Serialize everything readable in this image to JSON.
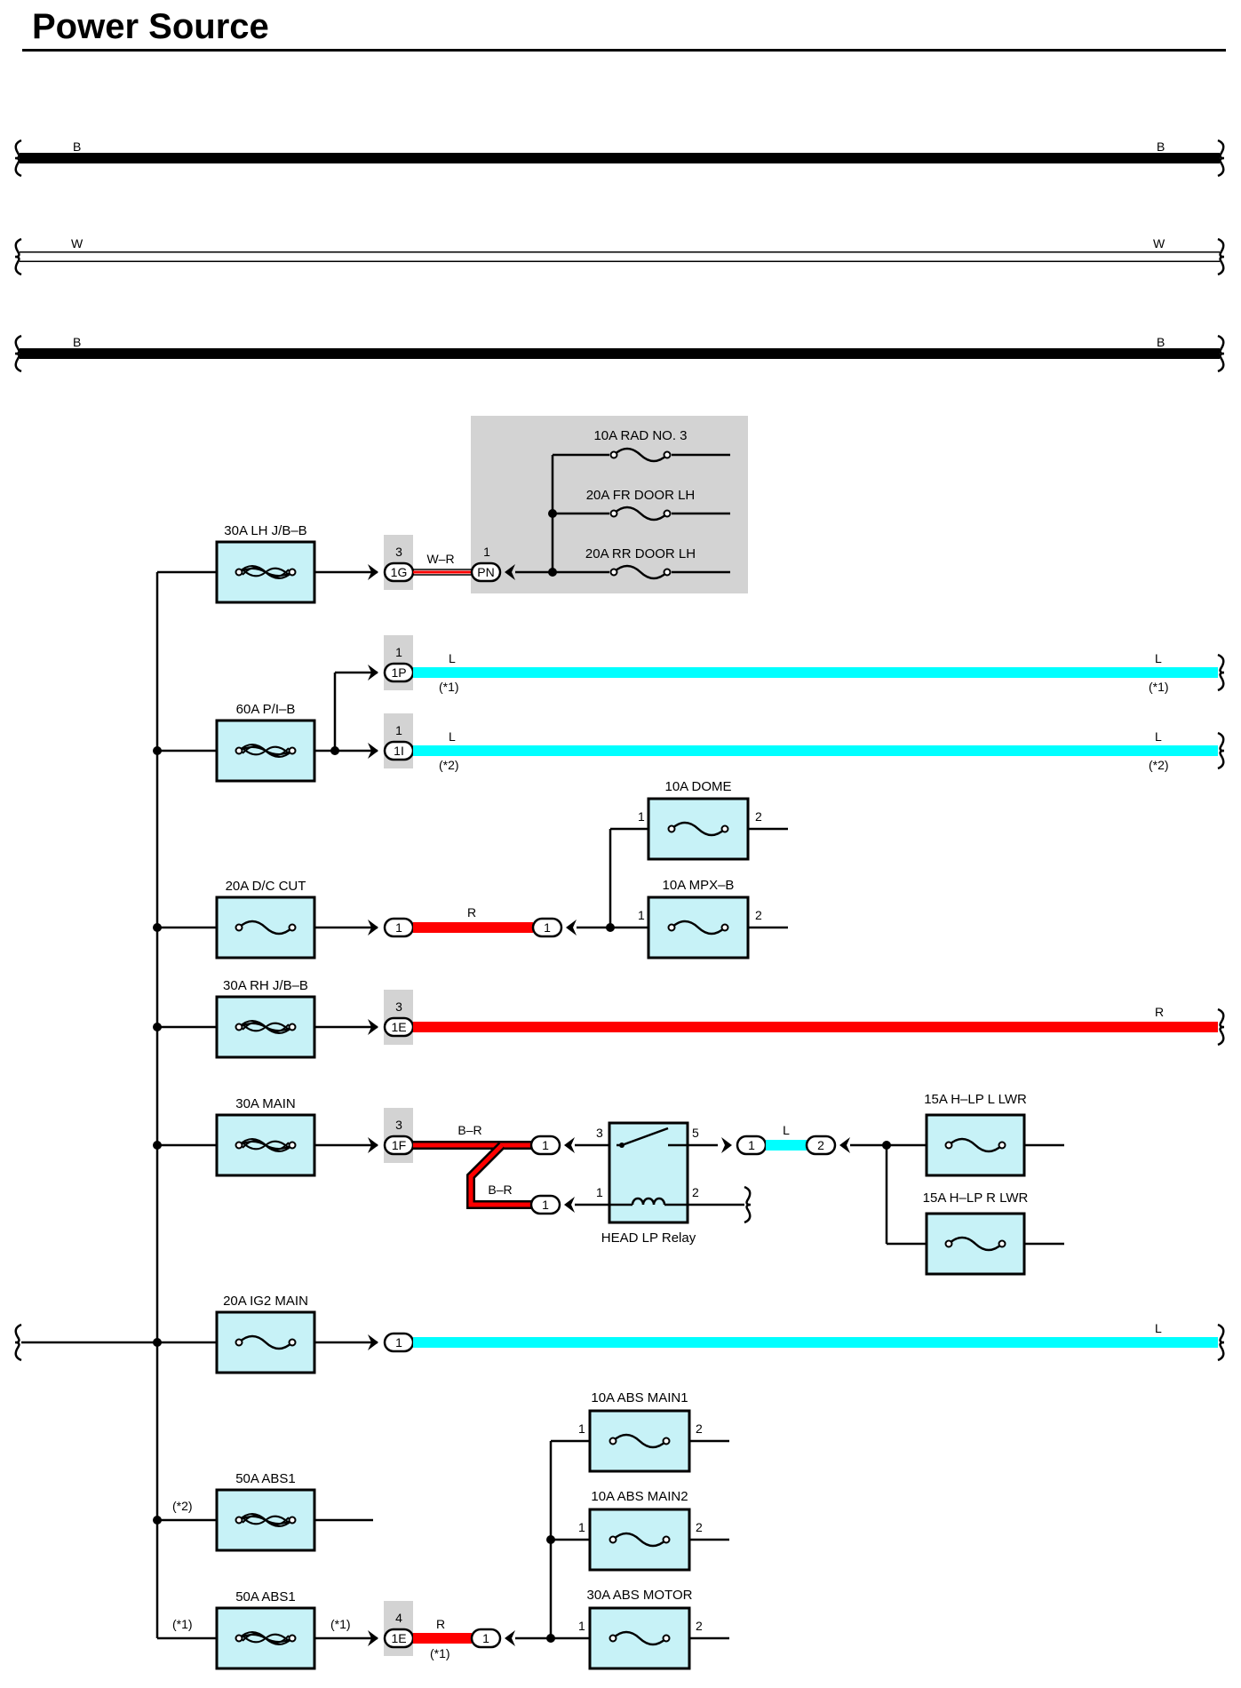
{
  "page": {
    "title": "Power Source"
  },
  "colors": {
    "fuse_fill": "#c7f2f7",
    "grey_box": "#d3d3d3",
    "red_wire": "#ff0000",
    "blue_wire": "#00ffff",
    "black": "#000000"
  },
  "top_wires": {
    "b1": {
      "left": "B",
      "right": "B"
    },
    "w": {
      "left": "W",
      "right": "W"
    },
    "b2": {
      "left": "B",
      "right": "B"
    }
  },
  "fuses": {
    "lh_jb": "30A LH J/B–B",
    "pib": "60A P/I–B",
    "dc_cut": "20A D/C CUT",
    "rh_jb": "30A RH J/B–B",
    "main": "30A MAIN",
    "ig2_main": "20A IG2 MAIN",
    "abs1_a": "50A ABS1",
    "abs1_b": "50A ABS1",
    "rad3": "10A RAD NO. 3",
    "fr_door": "20A FR DOOR LH",
    "rr_door": "20A RR DOOR LH",
    "dome": "10A DOME",
    "mpx": "10A MPX–B",
    "hlp_l": "15A H–LP L LWR",
    "hlp_r": "15A H–LP R LWR",
    "abs_main1": "10A ABS MAIN1",
    "abs_main2": "10A ABS MAIN2",
    "abs_motor": "30A ABS MOTOR"
  },
  "connectors": {
    "c1g": {
      "code": "1G",
      "pin": "3"
    },
    "pn": {
      "code": "PN",
      "pin": "1"
    },
    "c1p": {
      "code": "1P",
      "pin": "1"
    },
    "c1i": {
      "code": "1I",
      "pin": "1"
    },
    "c1e": {
      "code": "1E",
      "pin": "3"
    },
    "c1f": {
      "code": "1F",
      "pin": "3"
    },
    "c1e_abs": {
      "code": "1E",
      "pin": "4"
    },
    "one": "1",
    "two": "2"
  },
  "wires": {
    "w_r": "W–R",
    "l": "L",
    "r": "R",
    "b_r": "B–R"
  },
  "notes": {
    "n1": "(*1)",
    "n2": "(*2)"
  },
  "relay": {
    "name": "HEAD LP Relay",
    "pin3": "3",
    "pin5": "5",
    "pin1": "1",
    "pin2": "2"
  },
  "pins": {
    "one": "1",
    "two": "2"
  }
}
